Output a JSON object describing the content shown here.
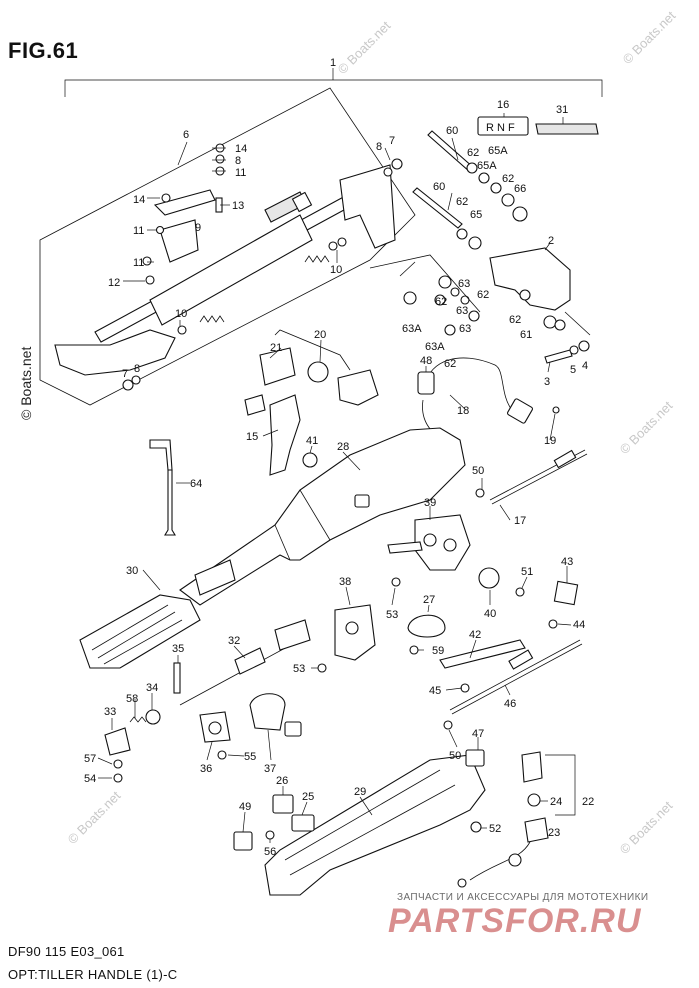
{
  "figure": {
    "title": "FIG.61",
    "code": "DF90 115 E03_061",
    "name": "OPT:TILLER HANDLE (1)-C"
  },
  "watermark": {
    "text": "© Boats.net"
  },
  "shop": {
    "tagline": "ЗАПЧАСТИ И АКСЕССУАРЫ ДЛЯ МОТОТЕХНИКИ",
    "logo": "PARTSFOR.RU"
  },
  "callouts": {
    "p1": "1",
    "p2": "2",
    "p3": "3",
    "p4": "4",
    "p5": "5",
    "p6": "6",
    "p7": "7",
    "p8": "8",
    "p9": "9",
    "p10": "10",
    "p11": "11",
    "p12": "12",
    "p13": "13",
    "p14": "14",
    "p15": "15",
    "p16": "16",
    "p17": "17",
    "p18": "18",
    "p19": "19",
    "p20": "20",
    "p21": "21",
    "p22": "22",
    "p23": "23",
    "p24": "24",
    "p25": "25",
    "p26": "26",
    "p27": "27",
    "p28": "28",
    "p29": "29",
    "p30": "30",
    "p31": "31",
    "p32": "32",
    "p33": "33",
    "p34": "34",
    "p35": "35",
    "p36": "36",
    "p37": "37",
    "p38": "38",
    "p39": "39",
    "p40": "40",
    "p41": "41",
    "p42": "42",
    "p43": "43",
    "p44": "44",
    "p45": "45",
    "p46": "46",
    "p47": "47",
    "p48": "48",
    "p49": "49",
    "p50": "50",
    "p51": "51",
    "p52": "52",
    "p53": "53",
    "p54": "54",
    "p55": "55",
    "p56": "56",
    "p57": "57",
    "p58": "58",
    "p59": "59",
    "p60": "60",
    "p61": "61",
    "p62": "62",
    "p63": "63",
    "p64": "64",
    "p63A": "63A",
    "p65": "65",
    "p65A": "65A",
    "p66": "66"
  },
  "label_16_plate": "R N F"
}
